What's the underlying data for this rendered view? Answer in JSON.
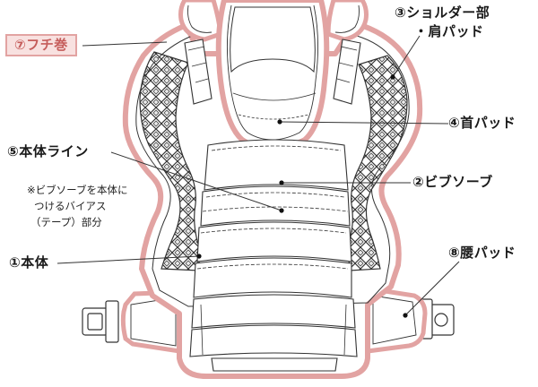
{
  "labels": {
    "fuchi": "⑦フチ巻",
    "shoulder_line1": "③ショルダー部",
    "shoulder_line2": "・肩パッド",
    "neck": "④首パッド",
    "body_line": "⑤本体ライン",
    "note_line1": "※ビブソーブを本体に",
    "note_line2": "つけるバイアス",
    "note_line3": "（テープ）部分",
    "bib": "②ビブソーブ",
    "main_body": "①本体",
    "waist": "⑧腰パッド"
  },
  "colors": {
    "binding": "#e2a3a2",
    "line": "#333333",
    "highlight_bg": "#f8e1e0"
  }
}
